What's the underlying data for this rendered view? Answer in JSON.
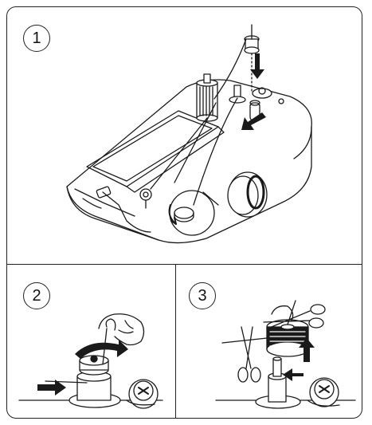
{
  "steps": [
    {
      "id": "1",
      "label": "1"
    },
    {
      "id": "2",
      "label": "2"
    },
    {
      "id": "3",
      "label": "3"
    }
  ],
  "colors": {
    "line": "#1a1a1a",
    "fill_light": "#ffffff",
    "fill_dark": "#1a1a1a",
    "fill_mid": "#8a8a8a"
  },
  "icons": [
    "arrow-down-icon",
    "arrow-diagonal-icon",
    "arrow-right-icon",
    "arrow-left-icon",
    "arrow-up-icon",
    "curved-arrow-icon",
    "scissors-icon"
  ]
}
